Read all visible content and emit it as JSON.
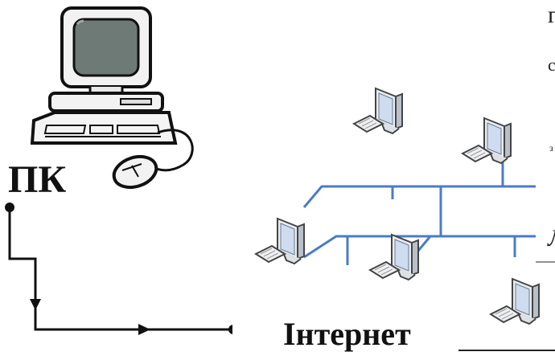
{
  "labels": {
    "pc": "ПК",
    "internet": "Інтернет"
  },
  "edge_text_fragments": [
    "г",
    "с",
    "з",
    "Л"
  ],
  "colors": {
    "network_cable": "#4a7cc7",
    "monitor_screen": "#cfdcef",
    "old_screen": "#6e7a76",
    "ink": "#111111"
  },
  "icons": {
    "pc": "desktop-computer-icon",
    "mouse": "computer-mouse-icon",
    "network": "workstation-icon"
  }
}
